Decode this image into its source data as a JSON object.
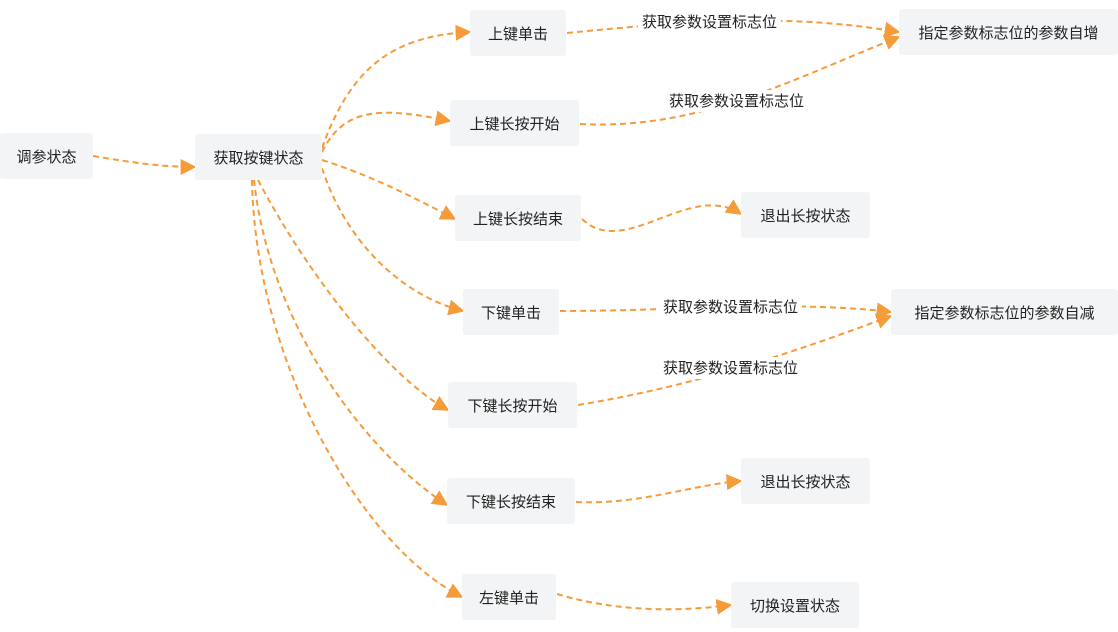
{
  "colors": {
    "edge": "#f59b3a",
    "node_fill": "#f2f4f5",
    "text": "#222222"
  },
  "nodes": {
    "tiaocan": "调参状态",
    "huoqu": "获取按键状态",
    "up_click": "上键单击",
    "up_long_start": "上键长按开始",
    "up_long_end": "上键长按结束",
    "down_click": "下键单击",
    "down_long_start": "下键长按开始",
    "down_long_end": "下键长按结束",
    "left_click": "左键单击",
    "param_inc": "指定参数标志位的参数自增",
    "exit_long_1": "退出长按状态",
    "param_dec": "指定参数标志位的参数自减",
    "exit_long_2": "退出长按状态",
    "switch_setting": "切换设置状态"
  },
  "edge_labels": {
    "up_click_flag": "获取参数设置标志位",
    "up_long_flag": "获取参数设置标志位",
    "down_click_flag": "获取参数设置标志位",
    "down_long_flag": "获取参数设置标志位"
  }
}
